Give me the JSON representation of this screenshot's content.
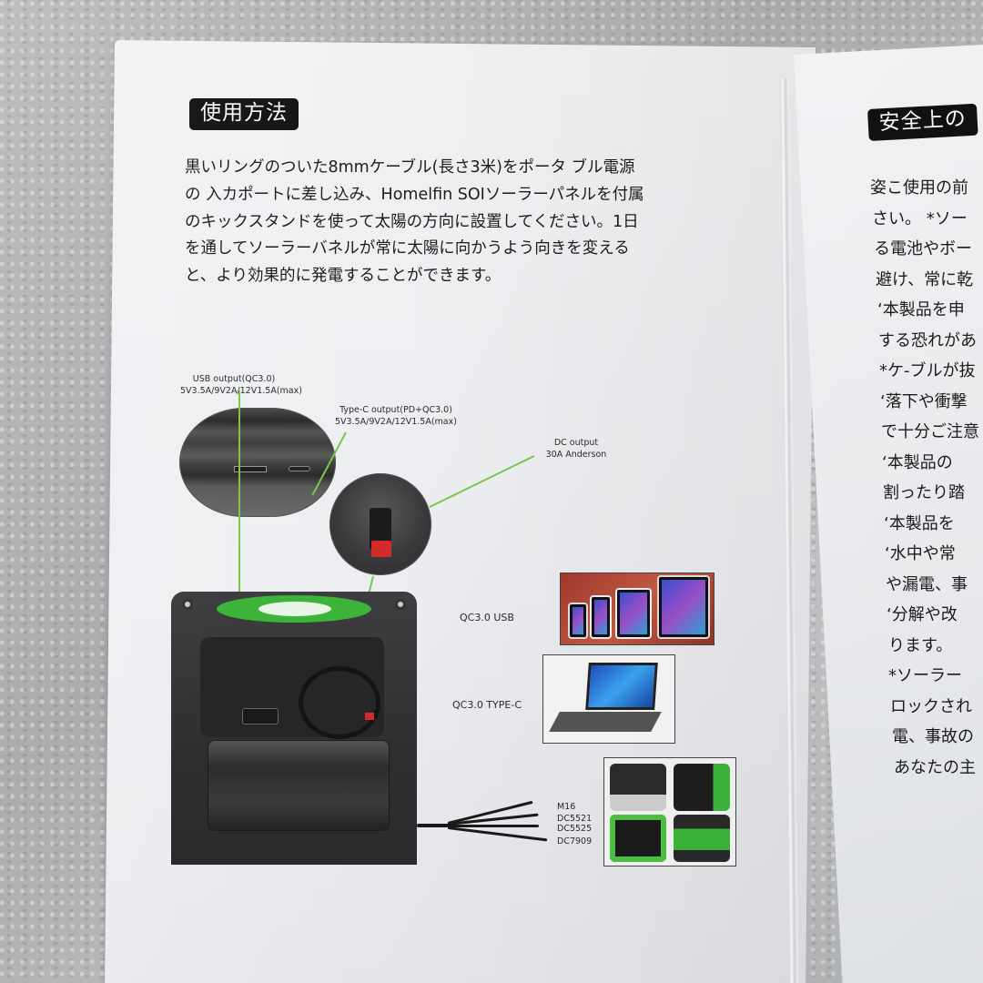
{
  "left_page": {
    "heading": "使用方法",
    "body_lines": [
      "黒いリングのついた8mmケーブル(長さ3米)をポータ ブル電源",
      "の 入カポートに差し込み、Homelfin SOIソーラーパネルを付属",
      "のキックスタンドを使って太陽の方向に設置してください。1日",
      "を通してソーラーバネルが常に太陽に向かうよう向きを変える",
      "と、より効果的に発電することができます。"
    ],
    "diagram": {
      "usb_output": {
        "title": "USB output(QC3.0)",
        "spec": "5V3.5A/9V2A/12V1.5A(max)"
      },
      "typec_output": {
        "title": "Type-C output(PD+QC3.0)",
        "spec": "5V3.5A/9V2A/12V1.5A(max)"
      },
      "dc_output": {
        "title": "DC output",
        "spec": "30A Anderson"
      },
      "device_labels": {
        "qc_usb": "QC3.0 USB",
        "qc_typec": "QC3.0 TYPE-C"
      },
      "connectors": [
        "M16",
        "DC5521",
        "DC5525",
        "DC7909"
      ],
      "photos": {
        "usb_devices": "phones-and-tablets-photo",
        "typec_device": "laptop-photo",
        "dc_devices": "portable-power-stations-photo"
      },
      "colors": {
        "handle_green": "#3cb43a",
        "leader_line_green": "#7ac64b",
        "connector_red": "#d42a2a",
        "panel_dark": "#2f2f31"
      }
    }
  },
  "right_page": {
    "heading": "安全上の",
    "body_lines": [
      "姿こ使用の前",
      "さい。 *ソー",
      "る電池やボー",
      "避け、常に乾",
      " ‘本製品を申",
      "する恐れがあ",
      "*ケ-ブルが抜",
      " ‘落下や衝撃",
      "で十分ご注意",
      " ‘本製品の",
      "割ったり踏",
      " ‘本製品を",
      " ‘水中や常",
      "や漏電、事",
      " ‘分解や改",
      "ります。",
      "*ソーラー",
      "ロックされ",
      "電、事故の",
      "あなたの主"
    ]
  },
  "colors": {
    "heading_bg": "#111111",
    "heading_text": "#ffffff",
    "paper": "#eef0f2",
    "background_stone": "#b5b7b9"
  }
}
